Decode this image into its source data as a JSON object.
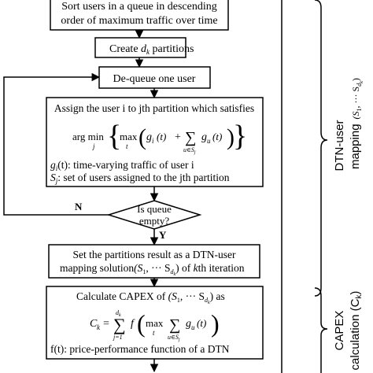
{
  "boxes": {
    "sort": {
      "line1": "Sort users in a queue in descending",
      "line2": "order of maximum traffic over time"
    },
    "create": {
      "prefix": "Create ",
      "var": "d",
      "sub": "k",
      "suffix": " partitions"
    },
    "dequeue": {
      "label": "De-queue one user"
    },
    "assign": {
      "title": "Assign the user i to jth partition which satisfies",
      "formula": {
        "argmin": "arg min",
        "argmin_sub": "j",
        "max": "max",
        "max_sub": "t",
        "g_i": "g",
        "g_i_sub": "i",
        "t_arg": "(t)",
        "plus": "+",
        "sum": "∑",
        "sum_sub": "u∈S",
        "sum_sub_sub": "j",
        "g_u": "g",
        "g_u_sub": "u"
      },
      "def1": {
        "sym": "g",
        "sub": "i",
        "rest": "(t): time-varying traffic of user i"
      },
      "def2": {
        "sym": "S",
        "sub": "j",
        "rest": ": set of users assigned to the jth partition"
      }
    },
    "decision": {
      "line1": "Is queue",
      "line2": "empty?",
      "no_label": "N",
      "yes_label": "Y"
    },
    "result": {
      "line1": "Set the partitions result as a DTN-user",
      "line2_a": "mapping solution",
      "line2_b": "(S",
      "line2_c": ", ··· S",
      "line2_d": ")",
      "line2_e": " of ",
      "line2_f": "k",
      "line2_g": "th iteration"
    },
    "capex": {
      "title_a": "Calculate CAPEX of ",
      "title_b": "(S",
      "title_c": ", ··· S",
      "title_d": ")",
      "title_e": " as",
      "formula": {
        "lhs": "C",
        "lhs_sub": "k",
        "eq": "=",
        "sum": "∑",
        "sum_top": "d",
        "sum_top_sub": "k",
        "sum_bottom": "j=1",
        "f": "f",
        "max": "max",
        "max_sub": "t",
        "inner_sum": "∑",
        "inner_sub": "u∈S",
        "inner_sub_sub": "j",
        "g": "g",
        "g_sub": "u",
        "t_arg": "(t)"
      },
      "def": "f(t): price-performance function of a DTN"
    }
  },
  "side": {
    "mapping_label_a": "DTN-user",
    "mapping_label_b": "mapping",
    "mapping_set": "(S",
    "mapping_set_c": ", ··· S",
    "mapping_set_d": ")",
    "capex_label_a": "CAPEX",
    "capex_label_b": "calculation (C",
    "capex_label_c": "k",
    "capex_label_d": ")"
  }
}
